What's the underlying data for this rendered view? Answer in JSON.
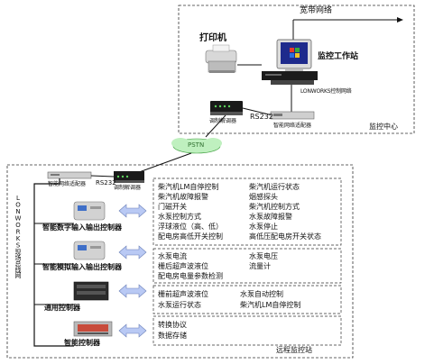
{
  "top_section": {
    "broadband_label": "宽带网络",
    "printer_label": "打印机",
    "workstation_label": "监控工作站",
    "lonworks_card_label": "LONWORKS控制网络",
    "rs232_label": "RS232",
    "modem_label": "调制解调器",
    "router_label": "智能网络适配器",
    "center_label": "监控中心",
    "pstn_label": "PSTN"
  },
  "remote_section": {
    "adapter_label": "智能网络适配器",
    "rs232_label": "RS232",
    "modem_label": "调制解调器",
    "bus_label": "LONWORKS现场总线网",
    "station_label": "远程监控站",
    "devices": [
      {
        "label": "智能数字输入输出控制器"
      },
      {
        "label": "智能模拟输入输出控制器"
      },
      {
        "label": "通用控制器"
      },
      {
        "label": "智能控制器"
      }
    ],
    "panel1": [
      [
        "柴汽机LM自停控制",
        "柴汽机运行状态"
      ],
      [
        "柴汽机故障报警",
        "烟感探头"
      ],
      [
        "门磁开关",
        "柴汽机控制方式"
      ],
      [
        "水泵控制方式",
        "水泵故障报警"
      ],
      [
        "浮球液位（高、低）",
        "水泵停止"
      ],
      [
        "配电房高低开关控制",
        "高低压配电房开关状态"
      ]
    ],
    "panel2": [
      [
        "水泵电流",
        "水泵电压"
      ],
      [
        "栅后超声波液位",
        "流量计"
      ],
      [
        "配电房电量参数检测",
        ""
      ]
    ],
    "panel3": [
      [
        "栅前超声波液位",
        "水泵自动控制"
      ],
      [
        "水泵运行状态",
        "柴汽机LM自停控制"
      ]
    ],
    "panel4": [
      [
        "转换协议"
      ],
      [
        "数据存储"
      ]
    ]
  }
}
